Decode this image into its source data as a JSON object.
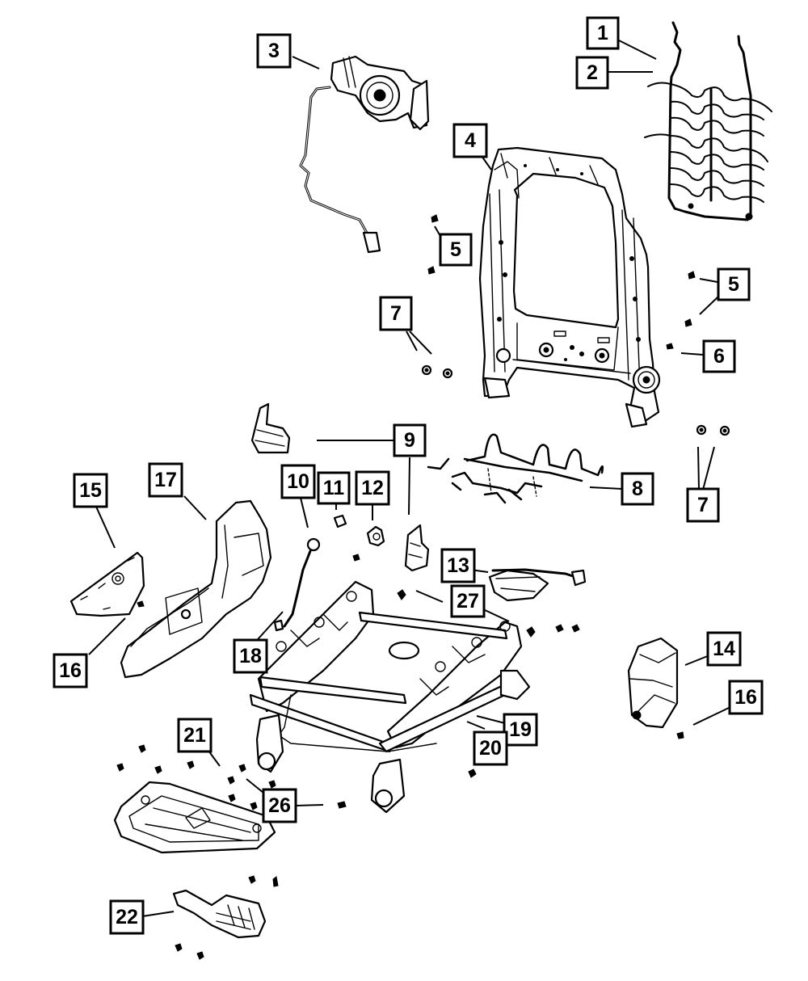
{
  "diagram": {
    "title": "Seat frame and components exploded parts diagram",
    "line_color": "#000000",
    "background_color": "#ffffff",
    "callouts": [
      {
        "id": "c1",
        "label": "1",
        "part": "seat back suspension wire (upper)"
      },
      {
        "id": "c2",
        "label": "2",
        "part": "seat back suspension mat"
      },
      {
        "id": "c3",
        "label": "3",
        "part": "lumbar motor with wiring harness"
      },
      {
        "id": "c4",
        "label": "4",
        "part": "seat back frame"
      },
      {
        "id": "c5a",
        "label": "5",
        "part": "clip (left)"
      },
      {
        "id": "c5b",
        "label": "5",
        "part": "clip (right)"
      },
      {
        "id": "c6",
        "label": "6",
        "part": "clip"
      },
      {
        "id": "c7a",
        "label": "7",
        "part": "nuts (left)"
      },
      {
        "id": "c7b",
        "label": "7",
        "part": "nuts (right)"
      },
      {
        "id": "c8",
        "label": "8",
        "part": "seat cushion suspension"
      },
      {
        "id": "c9",
        "label": "9",
        "part": "trim shield brackets"
      },
      {
        "id": "c10",
        "label": "10",
        "part": "switch with wiring"
      },
      {
        "id": "c11",
        "label": "11",
        "part": "knob"
      },
      {
        "id": "c12",
        "label": "12",
        "part": "motor"
      },
      {
        "id": "c13",
        "label": "13",
        "part": "module with harness"
      },
      {
        "id": "c14",
        "label": "14",
        "part": "back panel"
      },
      {
        "id": "c15",
        "label": "15",
        "part": "inner shield"
      },
      {
        "id": "c16a",
        "label": "16",
        "part": "screw (left)"
      },
      {
        "id": "c16b",
        "label": "16",
        "part": "screw (right)"
      },
      {
        "id": "c17",
        "label": "17",
        "part": "outer side shield"
      },
      {
        "id": "c18",
        "label": "18",
        "part": "wiring harness"
      },
      {
        "id": "c19",
        "label": "19",
        "part": "seat adjuster"
      },
      {
        "id": "c20",
        "label": "20",
        "part": "seat track"
      },
      {
        "id": "c21",
        "label": "21",
        "part": "screws"
      },
      {
        "id": "c22",
        "label": "22",
        "part": "bracket"
      },
      {
        "id": "c26",
        "label": "26",
        "part": "bolts"
      },
      {
        "id": "c27",
        "label": "27",
        "part": "screws"
      }
    ]
  }
}
